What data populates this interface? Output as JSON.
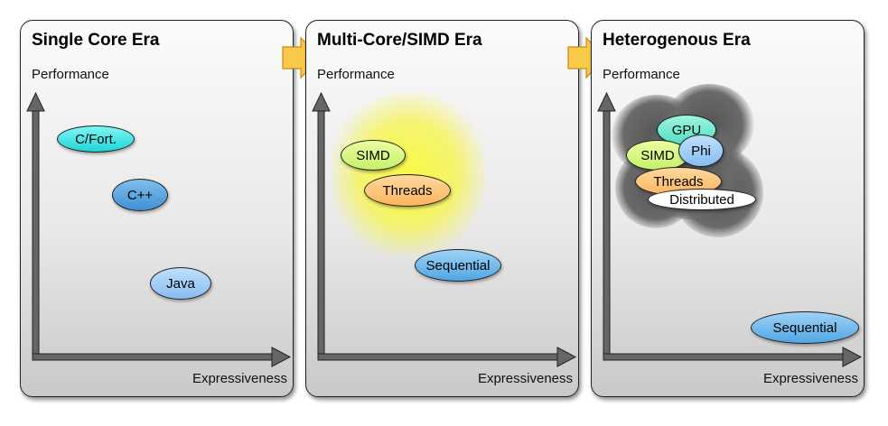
{
  "panels": [
    {
      "title": "Single Core Era",
      "ylabel": "Performance",
      "xlabel": "Expressiveness",
      "items": [
        "C/Fort.",
        "C++",
        "Java"
      ]
    },
    {
      "title": "Multi-Core/SIMD Era",
      "ylabel": "Performance",
      "xlabel": "Expressiveness",
      "items": [
        "SIMD",
        "Threads",
        "Sequential"
      ]
    },
    {
      "title": "Heterogenous Era",
      "ylabel": "Performance",
      "xlabel": "Expressiveness",
      "items": [
        "GPU",
        "Phi",
        "SIMD",
        "Threads",
        "Distributed",
        "Sequential"
      ]
    }
  ],
  "colors": {
    "arrow": "#f9c94a",
    "axis": "#555555"
  }
}
